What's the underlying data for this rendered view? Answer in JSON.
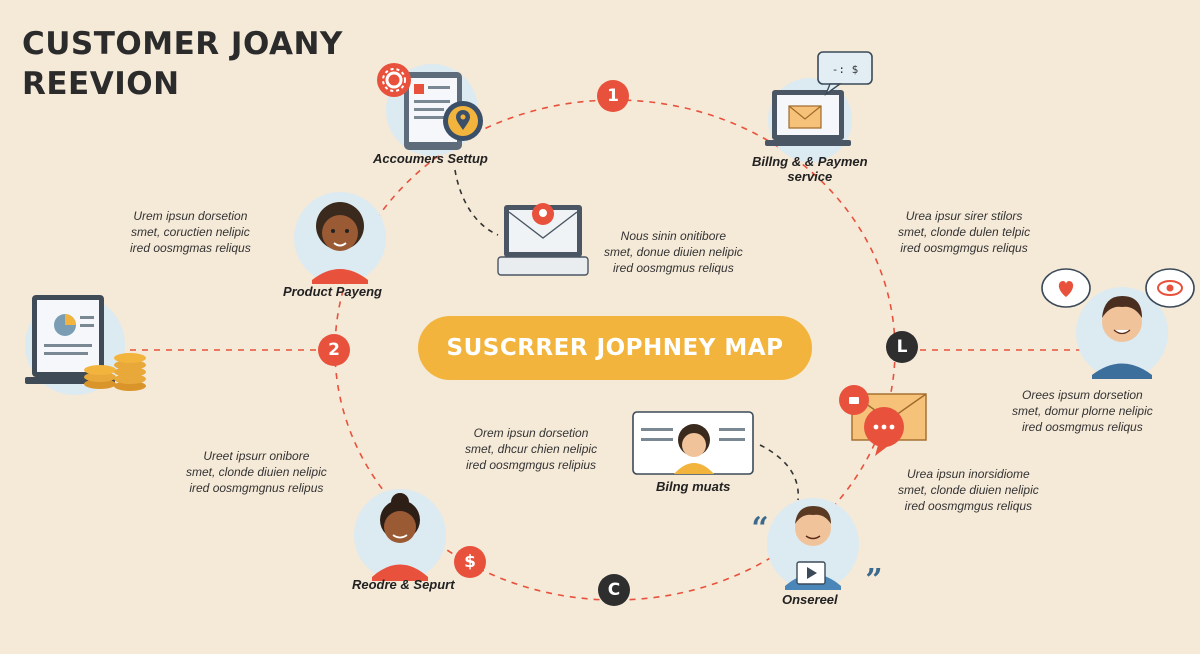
{
  "title": {
    "line1": "CUSTOMER JOANY",
    "line2": "REEVION"
  },
  "center_label": "SUSCRRER JOPHNEY  MAP",
  "colors": {
    "background": "#f5e9d8",
    "accent_red": "#e8523c",
    "pill": "#f2b43d",
    "badge_dark": "#2e2e2e",
    "icon_circle": "#dceaf2"
  },
  "badges": {
    "one": "1",
    "two": "2",
    "L": "L",
    "C": "C",
    "dollar": "$"
  },
  "stages": {
    "accounts_setup": "Accoumers Settup",
    "billing_payment": {
      "line1": "Billng & & Paymen",
      "line2": "service"
    },
    "product_paying": "Product Payeng",
    "billing_meats": "Bilng muats",
    "reodre_support": "Reodre & Sepurt",
    "onsereel": "Onsereel"
  },
  "texts": {
    "left_top": [
      "Urem ipsun dorsetion",
      "smet, coructien nelipic",
      "ired oosmgmas reliqus"
    ],
    "mid_laptop": [
      "Nous sinin onitibore",
      "smet, donue diuien nelipic",
      "ired oosmgmus reliqus"
    ],
    "right_top": [
      "Urea ipsur sirer stilors",
      "smet, clonde dulen telpic",
      "ired oosmgmgus reliqus"
    ],
    "right_mid": [
      "Orees ipsum dorsetion",
      "smet, domur plorne nelipic",
      "ired oosmgmus reliqus"
    ],
    "center_low": [
      "Orem ipsun dorsetion",
      "smet, dhcur chien nelipic",
      "ired oosmgmgus relipius"
    ],
    "left_low": [
      "Ureet ipsurr onibore",
      "smet, clonde diuien nelipic",
      "ired oosmgmgnus relipus"
    ],
    "right_low": [
      "Urea ipsun inorsidiome",
      "smet, clonde diuien nelipic",
      "ired oosmgmgus reliqus"
    ]
  },
  "icons": {
    "gear": "gear-icon",
    "map_pin": "map-pin-icon",
    "envelope": "envelope-icon",
    "heart": "heart-icon",
    "eye": "eye-icon",
    "coins": "coins-icon",
    "quote": "quote-icon",
    "play": "play-icon",
    "chat": "chat-bubble-icon"
  }
}
